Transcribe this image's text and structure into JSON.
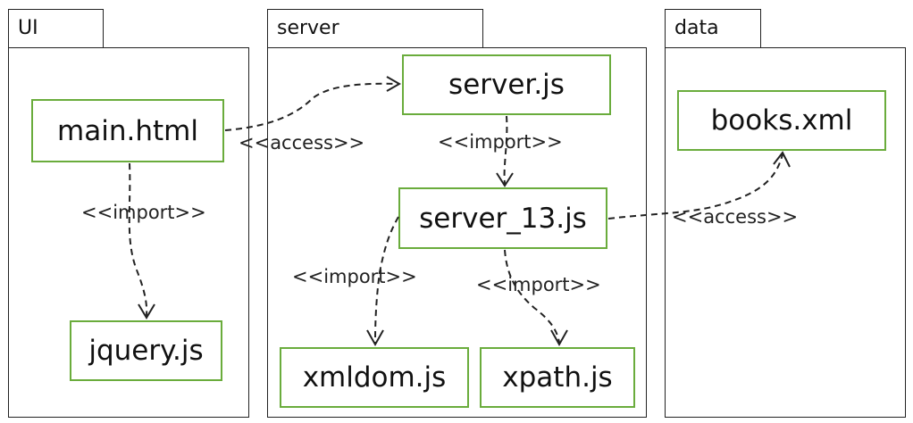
{
  "packages": {
    "ui": {
      "name": "UI"
    },
    "server": {
      "name": "server"
    },
    "data": {
      "name": "data"
    }
  },
  "modules": {
    "main_html": "main.html",
    "jquery_js": "jquery.js",
    "server_js": "server.js",
    "server_13_js": "server_13.js",
    "xmldom_js": "xmldom.js",
    "xpath_js": "xpath.js",
    "books_xml": "books.xml"
  },
  "relations": {
    "main_access_server": "<<access>>",
    "main_import_jquery": "<<import>>",
    "server_import_server13": "<<import>>",
    "server13_import_xmldom": "<<import>>",
    "server13_import_xpath": "<<import>>",
    "server13_access_books": "<<access>>"
  },
  "colors": {
    "module_border": "#6aac3c",
    "line": "#222222"
  }
}
